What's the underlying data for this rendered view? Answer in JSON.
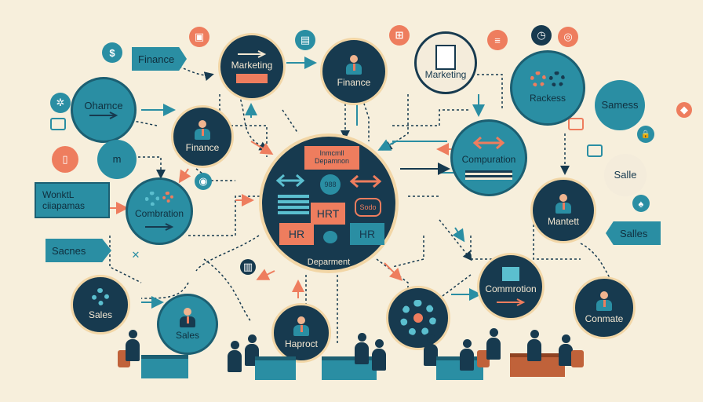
{
  "nodes": {
    "finance_top": "Finance",
    "marketing_top": "Marketing",
    "finance_center": "Finance",
    "marketing_right": "Marketing",
    "rackess": "Rackess",
    "samess": "Samess",
    "ohamce": "Ohamce",
    "finance_left": "Finance",
    "m": "m",
    "combration": "Combration",
    "center_box_line1": "Inmcmll",
    "center_box_line2": "Depamnon",
    "hrt": "HRT",
    "hr_left": "HR",
    "hr_right": "HR",
    "sodo": "Sodo",
    "icon_988": "988",
    "department": "Deparment",
    "compuration": "Compuration",
    "salle": "Salle",
    "mantett": "Mantett",
    "salles": "Salles",
    "worktl_line1": "WonktL",
    "worktl_line2": "ciiapamas",
    "sacnes": "Sacnes",
    "sales_left": "Sales",
    "sales_bottom": "Sales",
    "haproct": "Haproct",
    "commrotion": "Commrotion",
    "conmate": "Conmate"
  },
  "icons": {
    "dollar": "$",
    "lock": "🔒"
  },
  "colors": {
    "background": "#f7efdc",
    "navy": "#173a4f",
    "teal": "#2a8ea3",
    "coral": "#ee7d5e"
  }
}
